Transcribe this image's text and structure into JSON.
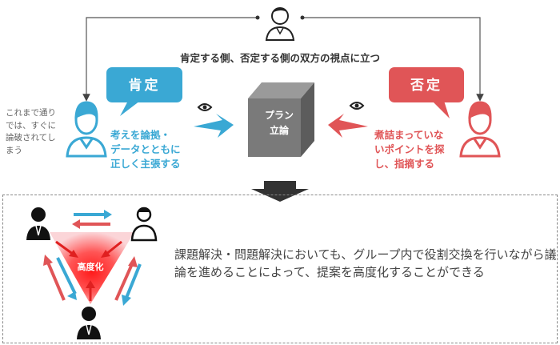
{
  "header": {
    "title": "肯定する側、否定する側の双方の視点に立つ"
  },
  "affirmative": {
    "label": "肯定",
    "description_lines": [
      "考えを論拠・",
      "データとともに",
      "正しく主張する"
    ],
    "color": "#3aa8d4"
  },
  "negative": {
    "label": "否定",
    "description_lines": [
      "煮詰まっていな",
      "いポイントを探",
      "し、指摘する"
    ],
    "color": "#e05557"
  },
  "side_note": {
    "lines": [
      "これまで通り",
      "では、すぐに",
      "論破されてし",
      "まう"
    ]
  },
  "center_box": {
    "lines": [
      "プラン",
      "立論"
    ]
  },
  "triangle": {
    "center_label": "高度化"
  },
  "summary": {
    "text": "課題解決・問題解決においても、グループ内で役割交換を行いながら議論を進めることによって、提案を高度化することができる"
  }
}
